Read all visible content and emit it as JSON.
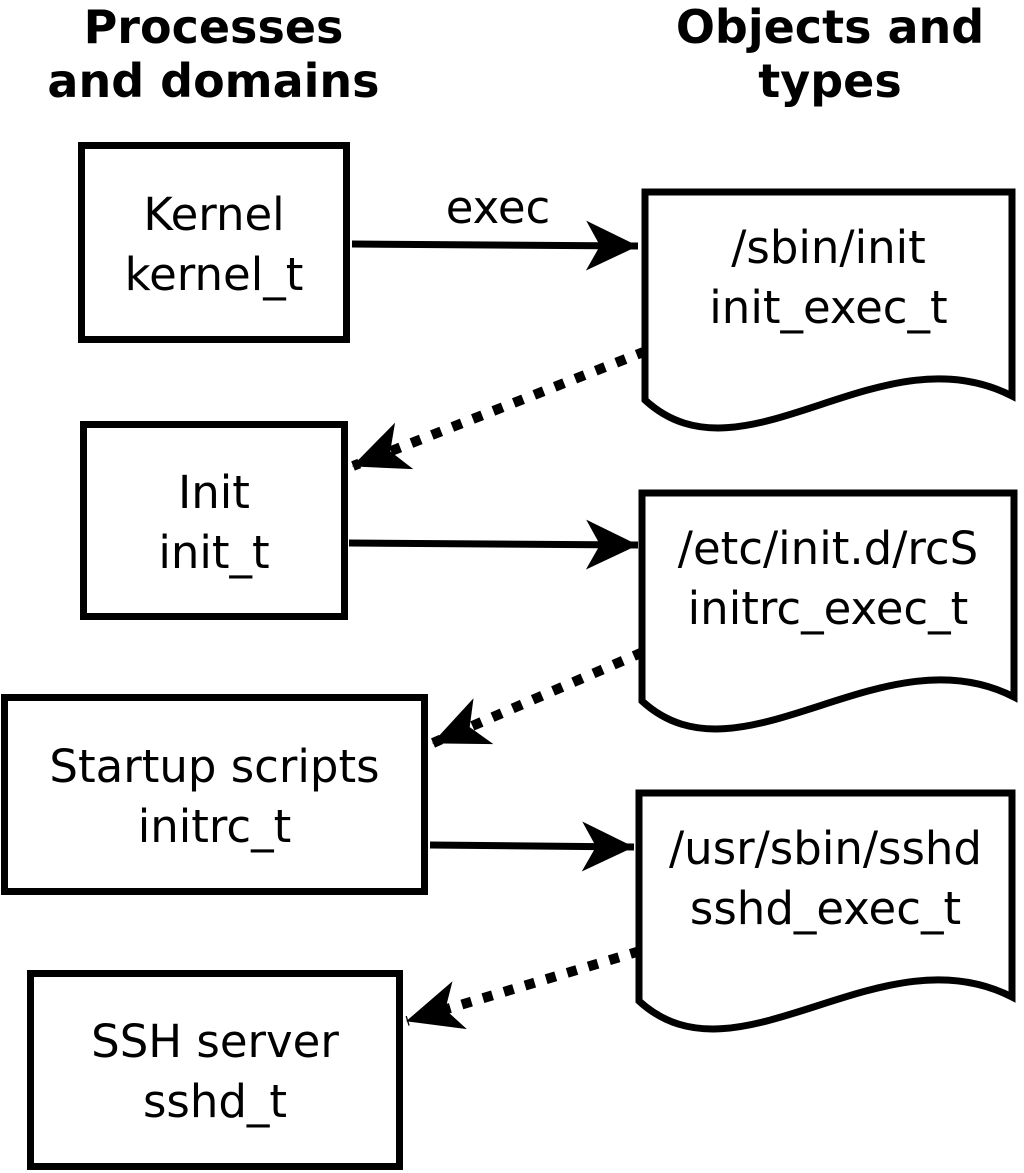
{
  "headers": {
    "left": {
      "line1": "Processes",
      "line2": "and domains"
    },
    "right": {
      "line1": "Objects and",
      "line2": "types"
    }
  },
  "processes": [
    {
      "name": "Kernel",
      "domain": "kernel_t"
    },
    {
      "name": "Init",
      "domain": "init_t"
    },
    {
      "name": "Startup scripts",
      "domain": "initrc_t"
    },
    {
      "name": "SSH server",
      "domain": "sshd_t"
    }
  ],
  "objects": [
    {
      "path": "/sbin/init",
      "type": "init_exec_t"
    },
    {
      "path": "/etc/init.d/rcS",
      "type": "initrc_exec_t"
    },
    {
      "path": "/usr/sbin/sshd",
      "type": "sshd_exec_t"
    }
  ],
  "labels": {
    "exec_arrow": "exec"
  },
  "transitions": [
    {
      "from": "kernel_t",
      "to": "init_exec_t",
      "style": "solid",
      "label": "exec"
    },
    {
      "from": "init_exec_t",
      "to": "init_t",
      "style": "dotted",
      "label": ""
    },
    {
      "from": "init_t",
      "to": "initrc_exec_t",
      "style": "solid",
      "label": ""
    },
    {
      "from": "initrc_exec_t",
      "to": "initrc_t",
      "style": "dotted",
      "label": ""
    },
    {
      "from": "initrc_t",
      "to": "sshd_exec_t",
      "style": "solid",
      "label": ""
    },
    {
      "from": "sshd_exec_t",
      "to": "sshd_t",
      "style": "dotted",
      "label": ""
    }
  ],
  "colors": {
    "ink": "#000000",
    "paper": "#ffffff"
  }
}
